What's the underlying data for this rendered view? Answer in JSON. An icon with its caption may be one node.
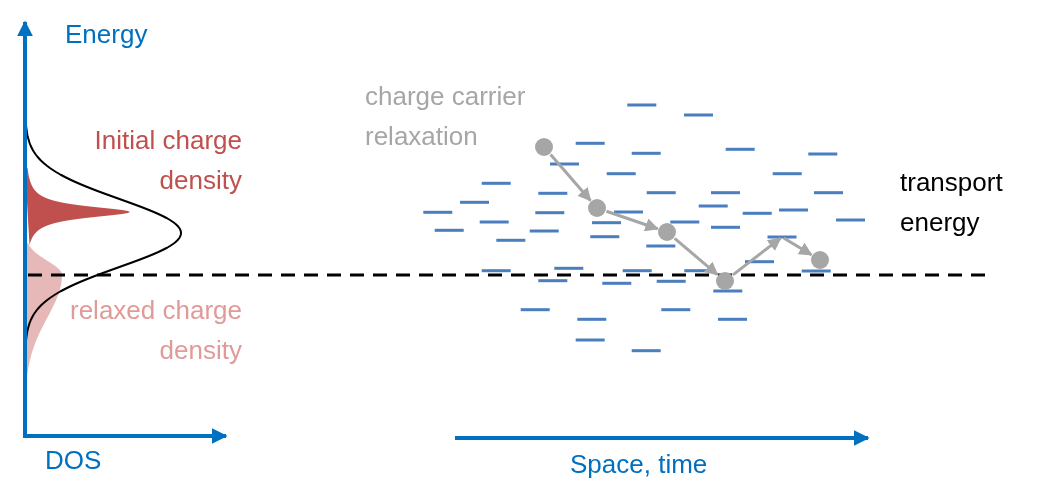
{
  "diagram": {
    "nodes": [
      {
        "text": [],
        "shape": "circle"
      },
      {
        "text": [],
        "shape": "circle"
      },
      {
        "text": [],
        "shape": "circle"
      },
      {
        "text": [],
        "shape": "circle"
      },
      {
        "text": [],
        "shape": "bar"
      },
      {
        "text": [],
        "shape": "circle"
      }
    ],
    "edges": [
      {
        "from": 0,
        "to": 1,
        "arrow": "to"
      },
      {
        "from": 1,
        "to": 2,
        "arrow": "to"
      },
      {
        "from": 2,
        "to": 3,
        "arrow": "to"
      },
      {
        "from": 3,
        "to": 4,
        "arrow": "to"
      },
      {
        "from": 4,
        "to": 5,
        "arrow": "to"
      }
    ],
    "labels": [
      "Energy",
      "charge carrier relaxation",
      "Initial charge density",
      "transport energy",
      "relaxed charge density",
      "DOS",
      "Space, time"
    ]
  }
}
